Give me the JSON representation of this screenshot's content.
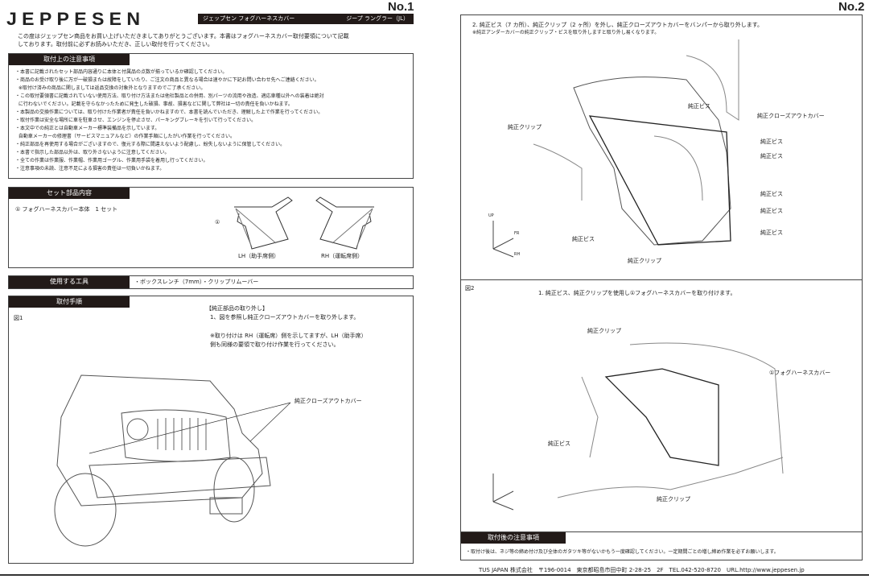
{
  "page1": {
    "page_number": "No.1",
    "brand": "JEPPESEN",
    "title_bar": {
      "product": "ジェップセン フォグハーネスカバー",
      "vehicle": "ジープ ラングラー（JL）"
    },
    "intro": [
      "この度はジェップセン商品をお買い上げいただきましてありがとうございます。本書はフォグハーネスカバー取付要領について記載",
      "しております。取付前に必ずお読みいただき、正しい取付を行ってください。"
    ],
    "cautions": {
      "heading": "取付上の注意事項",
      "items": [
        "・本書に記載されたセット部品内容通りに本体と付属品の点数が揃っているか確認してください。",
        "・商品のお受け取り後に万が一破損または故障をしていたり、ご注文の商品と異なる場合は速やかに下記お問い合わせ先へご連絡ください。",
        "  ※取付け済みの商品に関しましては返品交換の対象外となりますのでご了承ください。",
        "・この取付要領書に記載されていない使用方法、取り付け方法または他社製品との併用、別パーツの流用や改造、適応車種以外への装着は絶対",
        "  に行わないでください。記載を守らなかったために発生した破損、事故、損害などに関して弊社は一切の責任を負いかねます。",
        "・本製品の交換作業については、取り付けた作業者が責任を負いかねますので、本書を読んでいただき、理解した上で作業を行ってください。",
        "・取付作業は安全な場所に車を駐車させ、エンジンを停止させ、パーキングブレーキを引いて行ってください。",
        "・本文中での純正とは自動車メーカー標準装備品を示しています。",
        "  自動車メーカーの修理書（サービスマニュアルなど）の作業手順にしたがい作業を行ってください。",
        "・純正部品を再使用する場合がございますので、復元する際に間違えないよう配慮し、紛失しないように保管してください。",
        "・本書で指示した部品以外は、取り外さないように注意してください。",
        "・全ての作業は作業服、作業帽、作業用ゴーグル、作業用手袋を着用し行ってください。",
        "・注意事項の未読、注意不足による損害の責任は一切負いかねます。"
      ]
    },
    "parts": {
      "heading": "セット部品内容",
      "item": "① フォグハーネスカバー本体　1 セット",
      "marker": "①",
      "lh": "LH（助手席側）",
      "rh": "RH（運転席側）"
    },
    "tools": {
      "heading": "使用する工具",
      "value": "・ボックスレンチ（7mm）・クリップリムーバー"
    },
    "procedure": {
      "heading": "取付手順",
      "figure": "図1",
      "section": "【純正部品の取り外し】",
      "step1": "1、図を参照し純正クローズアウトカバーを取り外します。",
      "note1": "※取り付けは RH（運転席）側を示してますが、LH（助手席）",
      "note2": "  側も同様の要領で取り付け作業を行ってください。",
      "callout": "純正クローズアウトカバー"
    }
  },
  "page2": {
    "page_number": "No.2",
    "step2": "2. 純正ビス（7 カ所）、純正クリップ（2 ヶ所）を外し、純正クローズアウトカバーをバンパーから取り外します。",
    "step2_note": "※純正アンダーカバーの純正クリップ・ビスを取り外しますと取り外し易くなります。",
    "fig1_labels": {
      "screw_top": "純正ビス",
      "clip_left": "純正クリップ",
      "cover": "純正クローズアウトカバー",
      "screws_right": [
        "純正ビス",
        "純正ビス",
        "純正ビス",
        "純正ビス",
        "純正ビス"
      ],
      "screw_bottom": "純正ビス",
      "clip_bottom": "純正クリップ"
    },
    "axes": {
      "up": "UP",
      "fr": "FR",
      "rh": "RH"
    },
    "figure2": "図2",
    "step_install": "1. 純正ビス、純正クリップを使用し①フォグハーネスカバーを取り付けます。",
    "fig2_labels": {
      "clip_top": "純正クリップ",
      "cover": "①フォグハーネスカバー",
      "screw": "純正ビス",
      "clip_bottom": "純正クリップ"
    },
    "after": {
      "heading": "取付後の注意事項",
      "text": "・取付け後は、ネジ等の締め付け及び全体のガタツキ等がないかもう一度確認してください。一定期間ごとの増し締め作業を必ずお願いします。"
    },
    "footer": "TUS JAPAN 株式会社　〒196-0014　東京都昭島市田中町 2-28-25　2F　TEL.042-520-8720　URL.http://www.jeppesen.jp"
  },
  "colors": {
    "header_bg": "#221a18",
    "border": "#444444"
  }
}
